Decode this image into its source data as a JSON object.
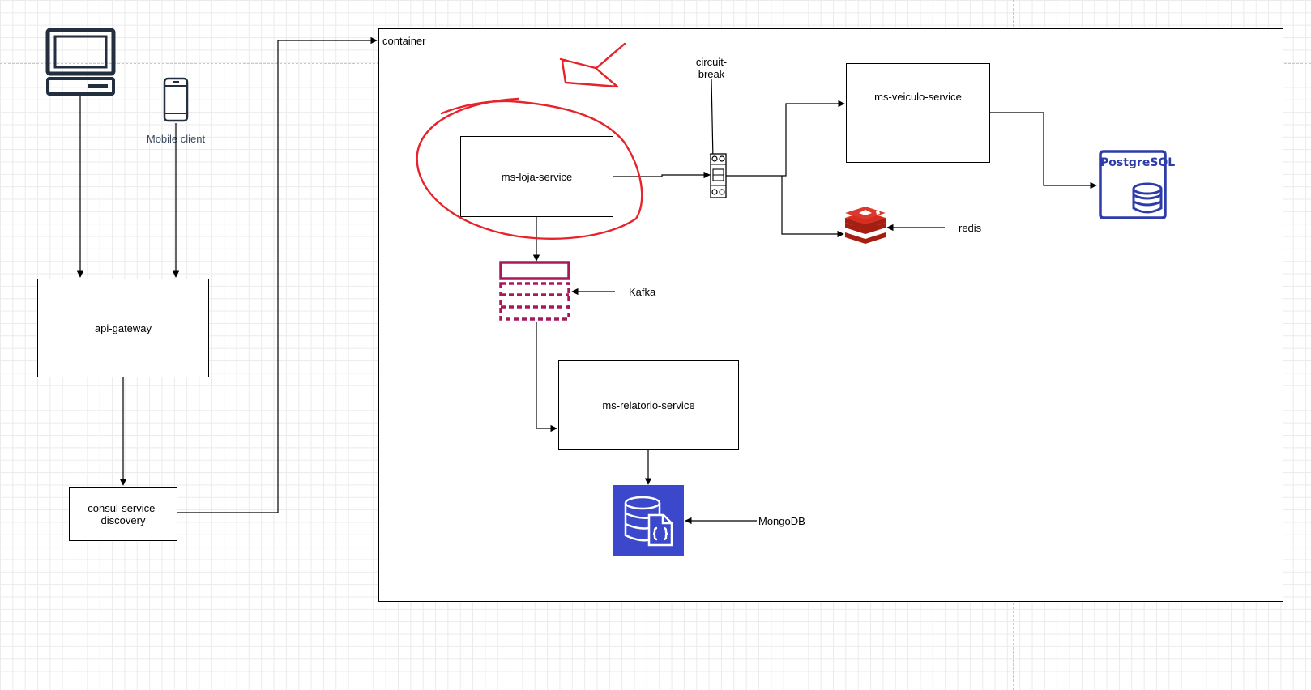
{
  "container": {
    "label": "container"
  },
  "clients": {
    "mobile_label": "Mobile client"
  },
  "nodes": {
    "api_gateway": "api-gateway",
    "consul": "consul-service-discovery",
    "ms_loja": "ms-loja-service",
    "ms_veiculo": "ms-veiculo-service",
    "ms_relatorio": "ms-relatorio-service"
  },
  "labels": {
    "circuit_break": "circuit-break",
    "kafka": "Kafka",
    "redis": "redis",
    "mongodb": "MongoDB"
  },
  "icons": {
    "desktop": "desktop-computer-icon",
    "mobile": "mobile-phone-icon",
    "circuit_breaker": "circuit-breaker-icon",
    "kafka": "kafka-queue-icon",
    "redis": "redis-icon",
    "postgresql": "postgresql-database-icon",
    "mongodb": "mongodb-database-icon"
  },
  "postgres": {
    "logo_text": "PostgreSQL"
  },
  "colors": {
    "annotation_red": "#e8222a",
    "kafka": "#a8195b",
    "redis": "#c9302c",
    "postgres": "#2d3ca8",
    "mongodb": "#3b48cc"
  }
}
